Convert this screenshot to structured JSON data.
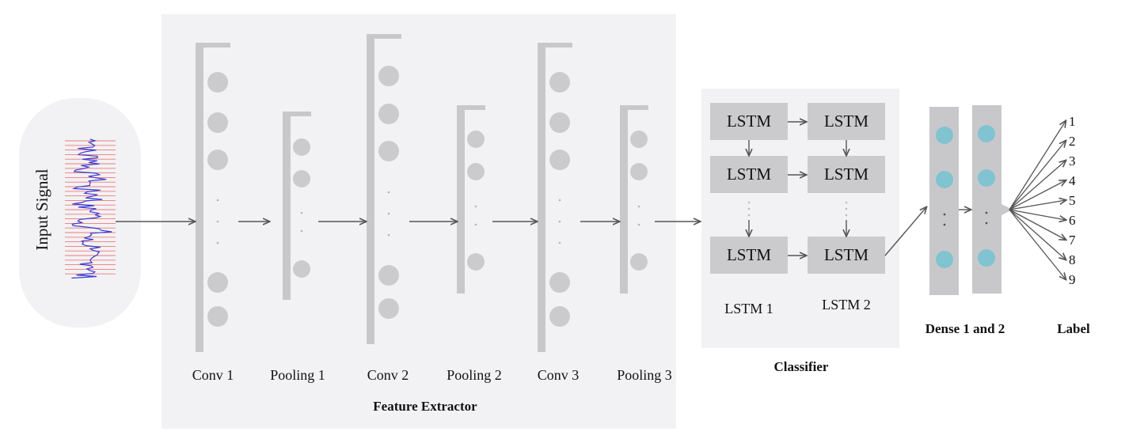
{
  "input": {
    "label": "Input Signal"
  },
  "feature_extractor": {
    "title": "Feature Extractor",
    "layers": [
      {
        "label": "Conv 1"
      },
      {
        "label": "Pooling 1"
      },
      {
        "label": "Conv 2"
      },
      {
        "label": "Pooling 2"
      },
      {
        "label": "Conv 3"
      },
      {
        "label": "Pooling 3"
      }
    ]
  },
  "classifier": {
    "title": "Classifier",
    "cell_label": "LSTM",
    "columns": [
      {
        "label": "LSTM 1"
      },
      {
        "label": "LSTM 2"
      }
    ]
  },
  "dense": {
    "label": "Dense 1 and 2"
  },
  "output": {
    "title": "Label",
    "labels": [
      "1",
      "2",
      "3",
      "4",
      "5",
      "6",
      "7",
      "8",
      "9"
    ]
  },
  "colors": {
    "panel": "#f2f2f4",
    "layer_bar": "#c8c8ca",
    "node": "#cbcbcd",
    "lstm_cell": "#cbcbcd",
    "dense_node": "#7fc4d0",
    "signal_line": "#3a3ad6",
    "signal_grid": "#ef7a7a",
    "arrow": "#555555"
  }
}
